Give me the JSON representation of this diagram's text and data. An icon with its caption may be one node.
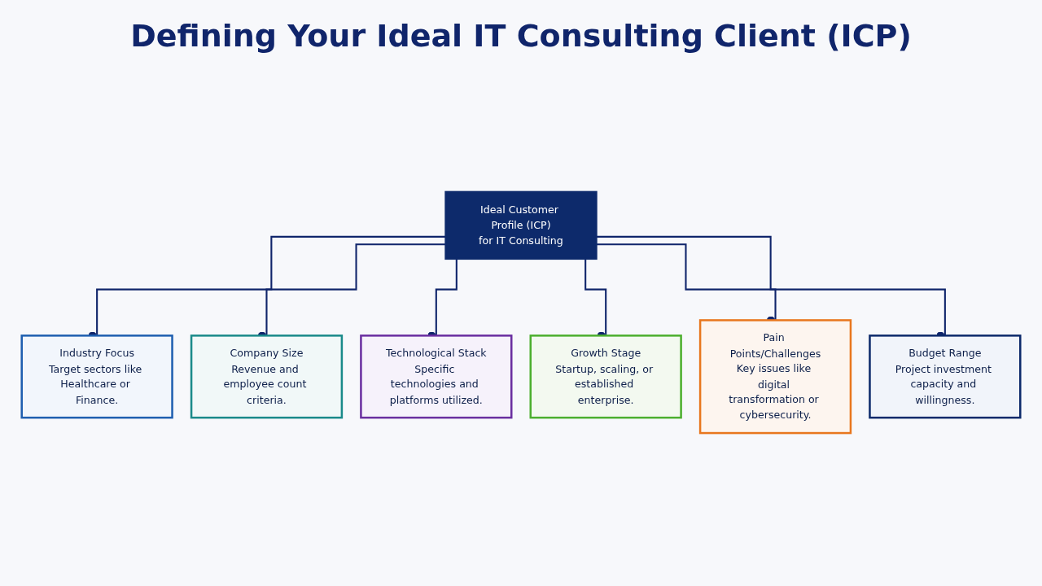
{
  "diagram": {
    "title": "Defining Your Ideal IT Consulting Client (ICP)",
    "nodes": [
      {
        "text": [
          "Ideal Customer Profile (ICP)",
          "for IT Consulting"
        ]
      },
      {
        "text": [
          "Industry Focus",
          "Target sectors like Healthcare or Finance."
        ]
      },
      {
        "text": [
          "Company Size",
          "Revenue and employee count criteria."
        ]
      },
      {
        "text": [
          "Technological Stack",
          "Specific technologies and platforms utilized."
        ]
      },
      {
        "text": [
          "Growth Stage",
          "Startup, scaling, or established enterprise."
        ]
      },
      {
        "text": [
          "Pain Points/Challenges",
          "Key issues like digital transformation or cybersecurity."
        ]
      },
      {
        "text": [
          "Budget Range",
          "Project investment capacity and willingness."
        ]
      }
    ],
    "edges": [
      {
        "from": 0,
        "to": 1,
        "arrow": "other"
      },
      {
        "from": 0,
        "to": 2,
        "arrow": "other"
      },
      {
        "from": 0,
        "to": 3,
        "arrow": "other"
      },
      {
        "from": 0,
        "to": 4,
        "arrow": "other"
      },
      {
        "from": 0,
        "to": 5,
        "arrow": "other"
      },
      {
        "from": 0,
        "to": 6,
        "arrow": "other"
      }
    ]
  }
}
